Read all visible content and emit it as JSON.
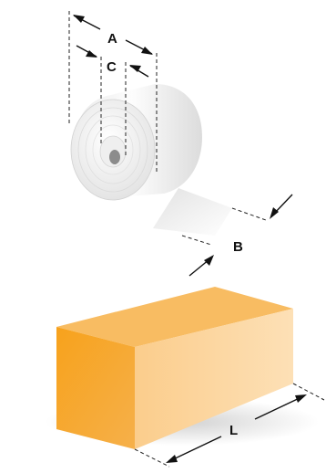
{
  "labels": {
    "outer_diameter": "A",
    "core_diameter": "C",
    "width": "B",
    "length": "L"
  },
  "colors": {
    "roll_light": "#fafafa",
    "roll_shadow": "#d8d8d8",
    "box_front": "#f5a623",
    "box_top": "#f9bf69",
    "box_side": "#fbd49b",
    "lines": "#222222"
  }
}
